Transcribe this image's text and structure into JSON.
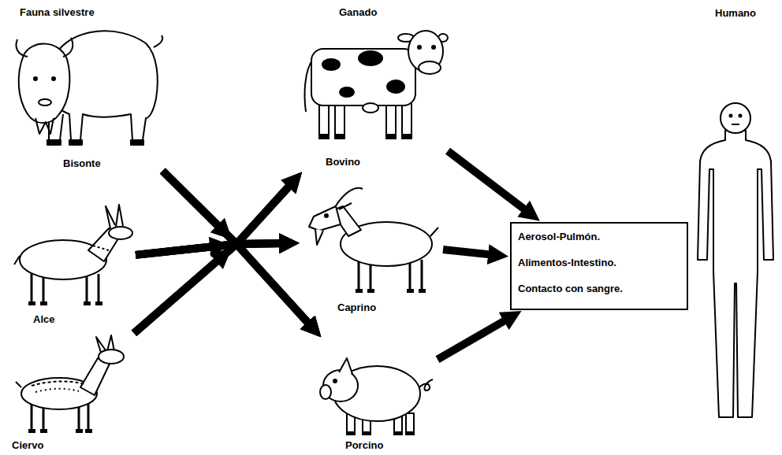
{
  "diagram": {
    "nodes": [
      {
        "text": [
          "Bisonte"
        ]
      },
      {
        "text": [
          "Alce"
        ]
      },
      {
        "text": [
          "Ciervo"
        ]
      },
      {
        "text": [
          "Bovino"
        ]
      },
      {
        "text": [
          "Caprino"
        ]
      },
      {
        "text": [
          "Porcino"
        ]
      },
      {
        "text": [
          "Aerosol-Pulmón.",
          "Alimentos-Intestino.",
          "Contacto con sangre."
        ]
      },
      {
        "text": [
          "Humano"
        ]
      }
    ],
    "edges": [
      {
        "from": 0,
        "to": 3,
        "arrow": "to"
      },
      {
        "from": 0,
        "to": 4,
        "arrow": "to"
      },
      {
        "from": 0,
        "to": 5,
        "arrow": "to"
      },
      {
        "from": 1,
        "to": 3,
        "arrow": "to"
      },
      {
        "from": 1,
        "to": 4,
        "arrow": "to"
      },
      {
        "from": 1,
        "to": 5,
        "arrow": "to"
      },
      {
        "from": 2,
        "to": 3,
        "arrow": "to"
      },
      {
        "from": 2,
        "to": 4,
        "arrow": "to"
      },
      {
        "from": 2,
        "to": 5,
        "arrow": "to"
      },
      {
        "from": 3,
        "to": 6,
        "arrow": "to"
      },
      {
        "from": 4,
        "to": 6,
        "arrow": "to"
      },
      {
        "from": 5,
        "to": 6,
        "arrow": "to"
      }
    ],
    "labels": [
      "Fauna silvestre",
      "Ganado"
    ]
  }
}
